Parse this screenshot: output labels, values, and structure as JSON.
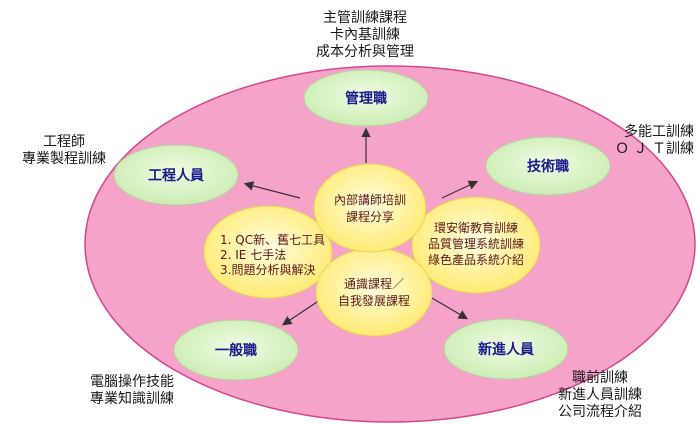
{
  "center": {
    "top": [
      "內部講師培訓",
      "課程分享"
    ],
    "left": [
      "1. QC新、舊七工具",
      "2. IE 七手法",
      "3.問題分析與解決"
    ],
    "right": [
      "環安衛教育訓練",
      "品質管理系統訓練",
      "綠色產品系統介紹"
    ],
    "bottom": [
      "通識課程／",
      "自我發展課程"
    ]
  },
  "roles": {
    "management": "管理職",
    "technical": "技術職",
    "engineer": "工程人員",
    "general": "一般職",
    "newcomer": "新進人員"
  },
  "trainings": {
    "management": [
      "主管訓練課程",
      "卡內基訓練",
      "成本分析與管理"
    ],
    "technical": [
      "多能工訓練",
      "Ｏ Ｊ Ｔ訓練"
    ],
    "engineer": [
      "工程師",
      "專業製程訓練"
    ],
    "general": [
      "電腦操作技能",
      "專業知識訓練"
    ],
    "newcomer": [
      "職前訓練",
      "新進人員訓練",
      "公司流程介紹"
    ]
  },
  "colors": {
    "outer_ellipse": "#f5a3c8",
    "outer_border": "#d4478f",
    "role_fill": "#d8f2c0",
    "inner_fill": "#fff3a0",
    "arrow": "#333333"
  }
}
